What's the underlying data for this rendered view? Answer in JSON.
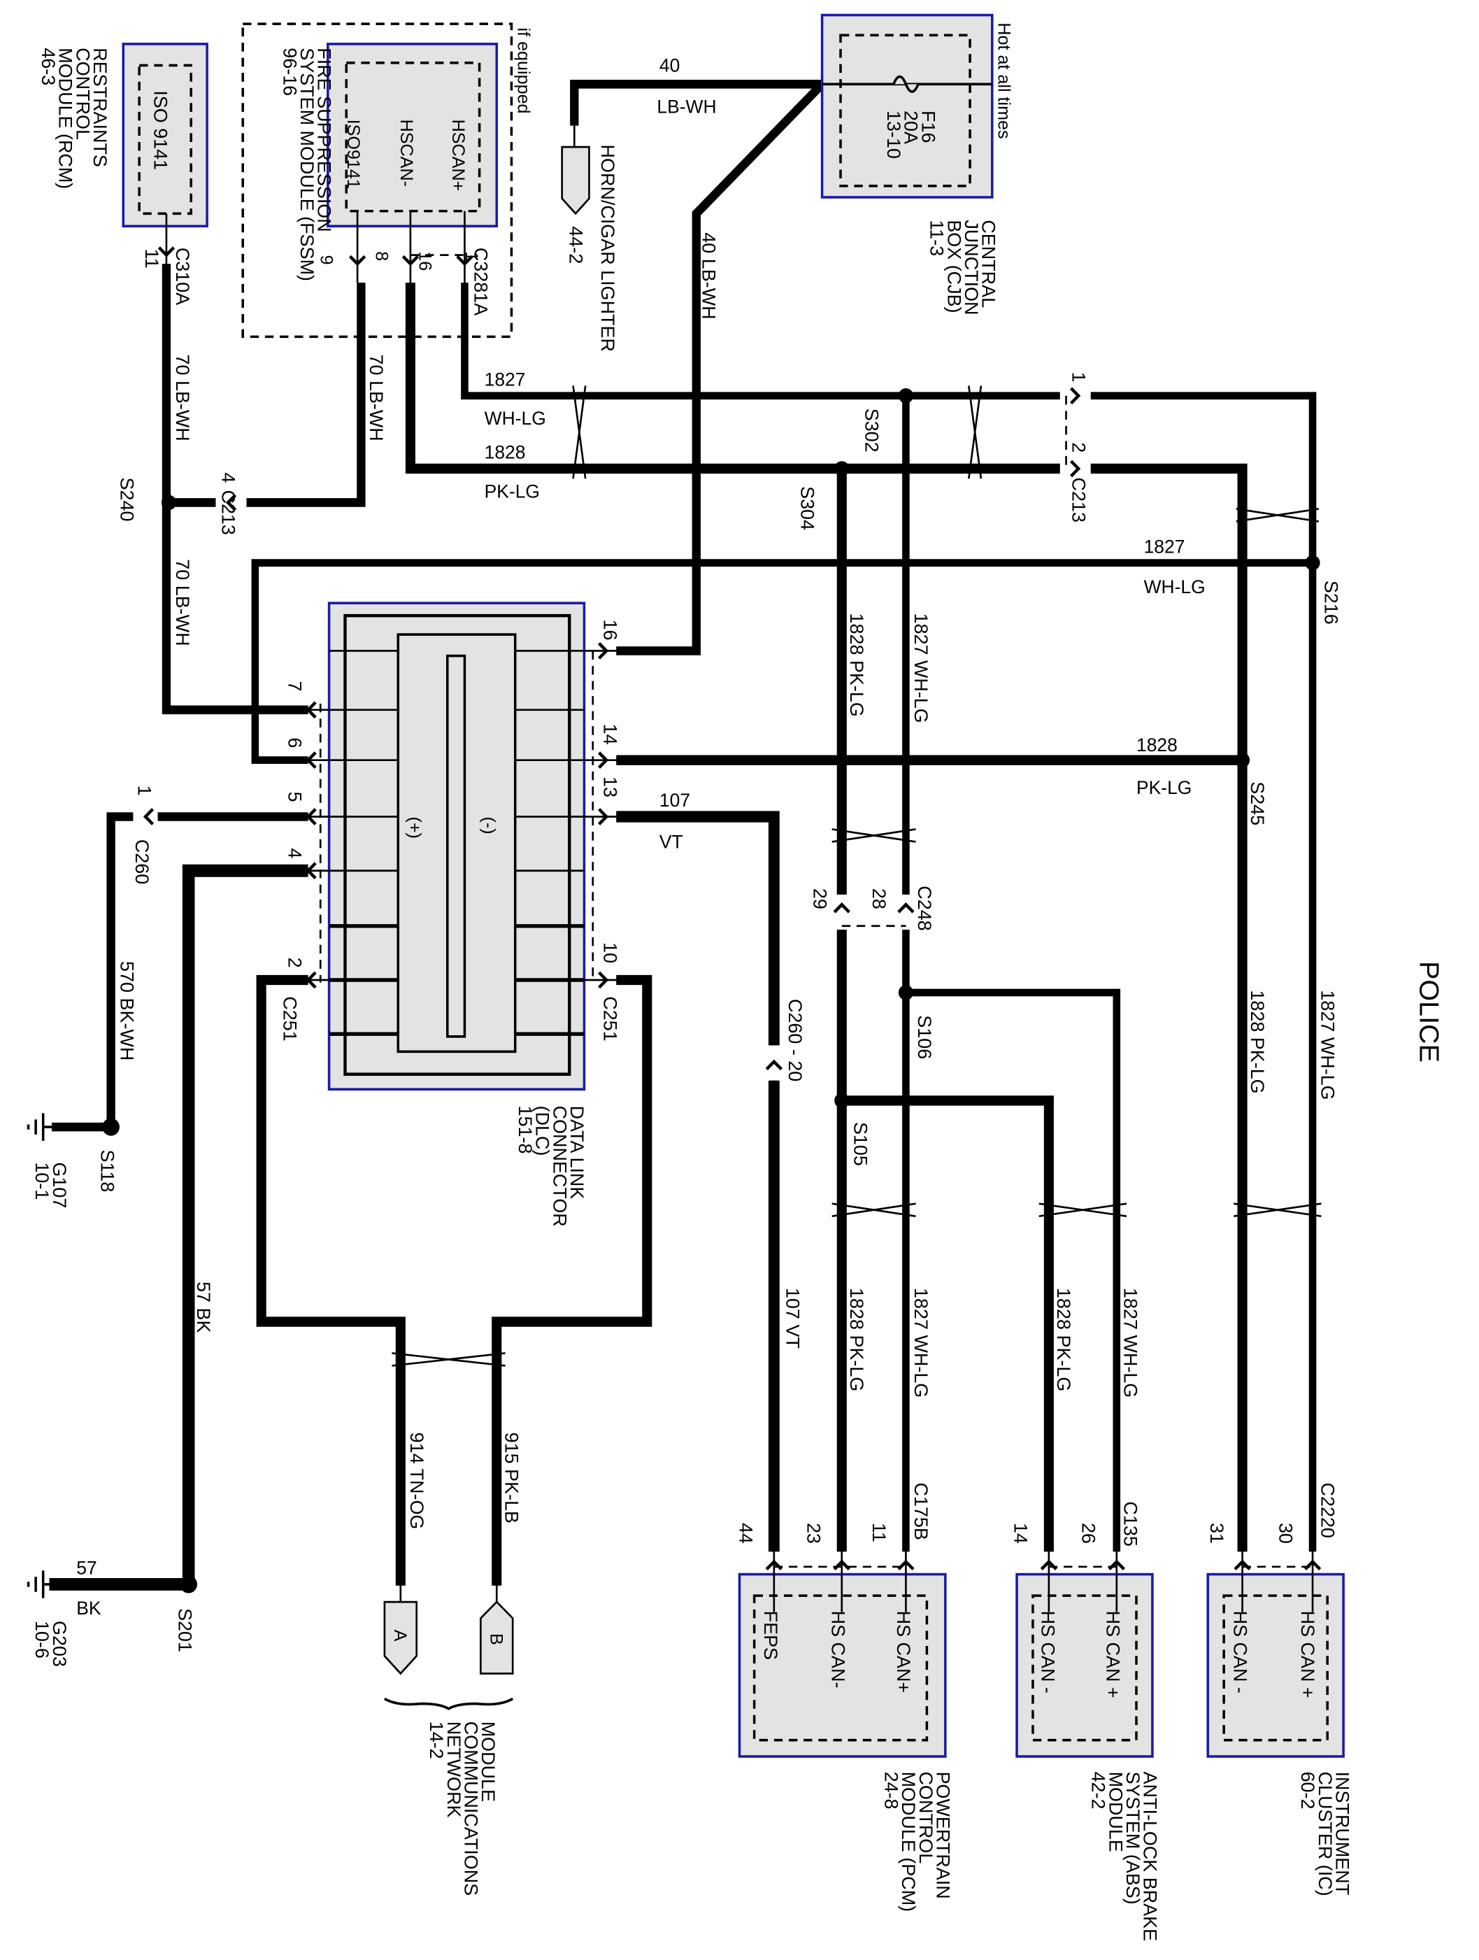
{
  "title": "POLICE",
  "colors": {
    "LB-WH": "#6fc7e6",
    "WH-LG": "#3ecf3e",
    "PK-LG": "#d98080",
    "VT": "#d400d4",
    "TN-OG": "#b85a10",
    "PK-LB": "#d690a8",
    "BK": "#000000",
    "BK-WH": "#000000",
    "module_box_border": "#1a1aa8",
    "module_box_fill": "#e3e3e3"
  },
  "modules": {
    "rcm": {
      "name_lines": [
        "RESTRAINTS",
        "CONTROL",
        "MODULE (RCM)",
        "46-3"
      ],
      "pins": [
        "ISO 9141"
      ]
    },
    "fssm": {
      "name_lines": [
        "FIRE SUPPRESSION",
        "SYSTEM MODULE (FSSM)",
        "96-16"
      ],
      "pins": [
        "HSCAN+",
        "HSCAN-",
        "ISO9141"
      ],
      "note": "if equipped"
    },
    "cjb": {
      "name_lines": [
        "CENTRAL",
        "JUNCTION",
        "BOX (CJB)",
        "11-3"
      ],
      "fuse": [
        "F16",
        "20A",
        "13-10"
      ],
      "note": "Hot at all times"
    },
    "horn": {
      "name_lines": [
        "HORN/CIGAR LIGHTER",
        "44-2"
      ]
    },
    "dlc": {
      "name_lines": [
        "DATA LINK",
        "CONNECTOR",
        "(DLC)",
        "151-8"
      ],
      "plus": "(+)",
      "minus": "(-)"
    },
    "pcm": {
      "name_lines": [
        "POWERTRAIN",
        "CONTROL",
        "MODULE (PCM)",
        "24-8"
      ],
      "pins": [
        "HS CAN+",
        "HS CAN-",
        "FEPS"
      ]
    },
    "abs": {
      "name_lines": [
        "ANTI-LOCK BRAKE",
        "SYSTEM (ABS)",
        "MODULE",
        "42-2"
      ],
      "pins": [
        "HS CAN +",
        "HS CAN -"
      ]
    },
    "ic": {
      "name_lines": [
        "INSTRUMENT",
        "CLUSTER (IC)",
        "60-2"
      ],
      "pins": [
        "HS CAN +",
        "HS CAN -"
      ]
    },
    "mcn": {
      "name_lines": [
        "MODULE",
        "COMMUNICATIONS",
        "NETWORK",
        "14-2"
      ],
      "connectors": [
        "A",
        "B"
      ]
    }
  },
  "connectors": {
    "c310a": "C310A",
    "c310a_pin": "11",
    "c3281a": "C3281A",
    "c3281a_pins": [
      "1",
      "16",
      "8",
      "9"
    ],
    "c213_left": "C213",
    "c213_left_pin": "4",
    "c213_right": "C213",
    "c213_right_pins": [
      "1",
      "2"
    ],
    "c260": "C260",
    "c260_pin": "1",
    "c251_left": "C251",
    "c251_right": "C251",
    "dlc_left_pins": [
      "7",
      "6",
      "5",
      "4",
      "2"
    ],
    "dlc_right_pins": [
      "16",
      "14",
      "13",
      "10"
    ],
    "c248": "C248",
    "c248_pins": [
      "29",
      "28"
    ],
    "c260_20": "C260 - 20",
    "c175b": "C175B",
    "c175b_pins": [
      "44",
      "23",
      "11"
    ],
    "c135": "C135",
    "c135_pins": [
      "14",
      "26"
    ],
    "c2220": "C2220",
    "c2220_pins": [
      "31",
      "30"
    ]
  },
  "splices": [
    "S240",
    "S302",
    "S304",
    "S216",
    "S245",
    "S106",
    "S105",
    "S118",
    "S201"
  ],
  "grounds": {
    "g107": [
      "G107",
      "10-1"
    ],
    "g203": [
      "G203",
      "10-6"
    ]
  },
  "wires": {
    "w40_top": {
      "circuit": "40",
      "color": "LB-WH"
    },
    "w40_diag": {
      "label": "40  LB-WH"
    },
    "w70_rcm": {
      "label": "70  LB-WH"
    },
    "w70_fssm": {
      "label": "70  LB-WH"
    },
    "w70_low": {
      "label": "70  LB-WH"
    },
    "w1827_top": {
      "circuit": "1827",
      "color": "WH-LG"
    },
    "w1828_top": {
      "circuit": "1828",
      "color": "PK-LG"
    },
    "w1827_mid": {
      "circuit": "1827",
      "color": "WH-LG"
    },
    "w1828_mid": {
      "circuit": "1828",
      "color": "PK-LG"
    },
    "w107": {
      "circuit": "107",
      "color": "VT"
    },
    "w107_v": {
      "label": "107  VT"
    },
    "v1828_a": {
      "label": "1828  PK-LG"
    },
    "v1827_a": {
      "label": "1827  WH-LG"
    },
    "v1828_b": {
      "label": "1828  PK-LG"
    },
    "v1827_b": {
      "label": "1827  WH-LG"
    },
    "v1828_c": {
      "label": "1828  PK-LG"
    },
    "v1827_c": {
      "label": "1827  WH-LG"
    },
    "v1828_d": {
      "label": "1828  PK-LG"
    },
    "v1827_d": {
      "label": "1827  WH-LG"
    },
    "w570": {
      "label": "570  BK-WH"
    },
    "w57": {
      "label": "57  BK"
    },
    "w57_h": {
      "circuit": "57",
      "color": "BK"
    },
    "w914": {
      "label": "914  TN-OG"
    },
    "w915": {
      "label": "915  PK-LB"
    }
  }
}
